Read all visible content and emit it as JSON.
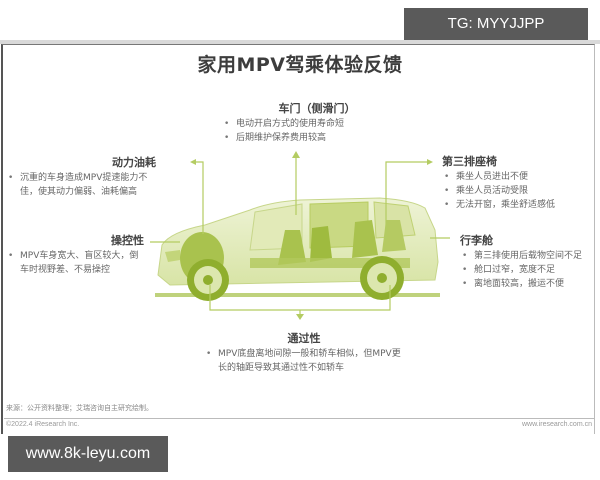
{
  "watermarks": {
    "top_right": "TG: MYYJJPP",
    "bottom_left": "www.8k-leyu.com"
  },
  "title": "家用MPV驾乘体验反馈",
  "callouts": {
    "door": {
      "heading": "车门（侧滑门）",
      "items": [
        "电动开启方式的使用寿命短",
        "后期维护保养费用较高"
      ]
    },
    "power": {
      "heading": "动力油耗",
      "items": [
        "沉重的车身造成MPV提速能力不佳，使其动力偏弱、油耗偏高"
      ]
    },
    "handling": {
      "heading": "操控性",
      "items": [
        "MPV车身宽大、盲区较大，倒车时视野差、不易操控"
      ]
    },
    "third_row": {
      "heading": "第三排座椅",
      "items": [
        "乘坐人员进出不便",
        "乘坐人员活动受限",
        "无法开窗，乘坐舒适感低"
      ]
    },
    "trunk": {
      "heading": "行李舱",
      "items": [
        "第三排使用后载物空间不足",
        "舱口过窄，宽度不足",
        "离地面较高，搬运不便"
      ]
    },
    "passability": {
      "heading": "通过性",
      "items": [
        "MPV底盘离地间隙一般和轿车相似，但MPV更长的轴距导致其通过性不如轿车"
      ]
    }
  },
  "illustration": {
    "subject": "MPV cutaway car illustration",
    "accent_color": "#9dbb3a",
    "line_color": "#b7cf6a"
  },
  "footer": {
    "source": "来源：公开资料整理；艾瑞咨询自主研究绘制。",
    "copyright": "©2022.4 iResearch Inc.",
    "website": "www.iresearch.com.cn"
  }
}
